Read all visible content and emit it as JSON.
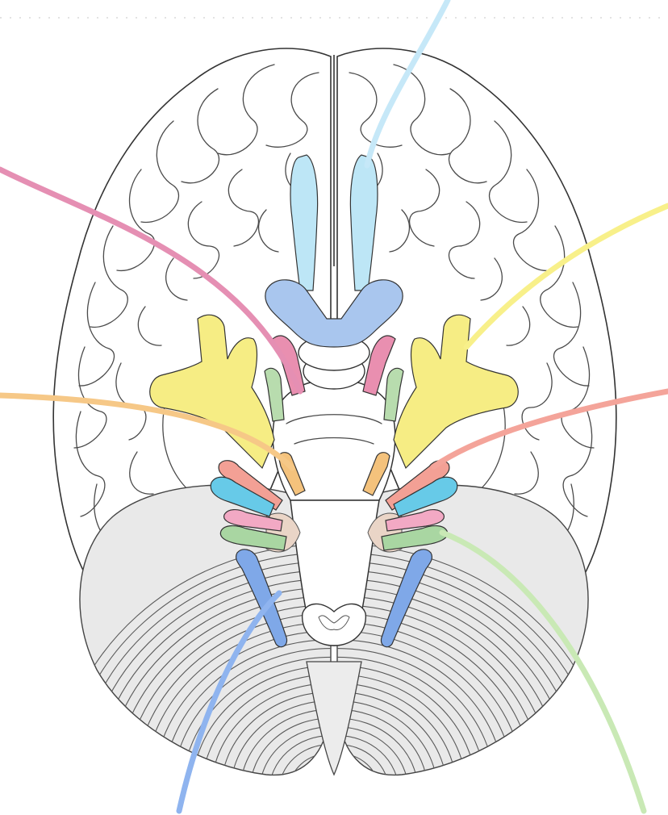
{
  "colors": {
    "olfactory": "#bde6f6",
    "optic": "#a9c6ee",
    "oculomotor": "#e98fb0",
    "trochlear": "#b8dcae",
    "trigeminal": "#f6ed84",
    "abducens": "#f4c27c",
    "facial": "#f3a095",
    "vestibulocochlear": "#67cae8",
    "glossopharyngeal": "#f2a9c4",
    "vagus": "#a9d6a2",
    "hypoglossal": "#7fa8e8",
    "pons_band": "#ead5c7",
    "cerebellum": "#e9e9e9"
  },
  "leaders": [
    {
      "name": "leader-olfactory",
      "color": "#c6e8f8"
    },
    {
      "name": "leader-oculomotor",
      "color": "#e58fb3"
    },
    {
      "name": "leader-trigeminal",
      "color": "#f8f08a"
    },
    {
      "name": "leader-abducens",
      "color": "#f6c887"
    },
    {
      "name": "leader-facial",
      "color": "#f4a49a"
    },
    {
      "name": "leader-vagus",
      "color": "#c9e9b5"
    },
    {
      "name": "leader-hypoglossal",
      "color": "#8fb4ef"
    }
  ]
}
